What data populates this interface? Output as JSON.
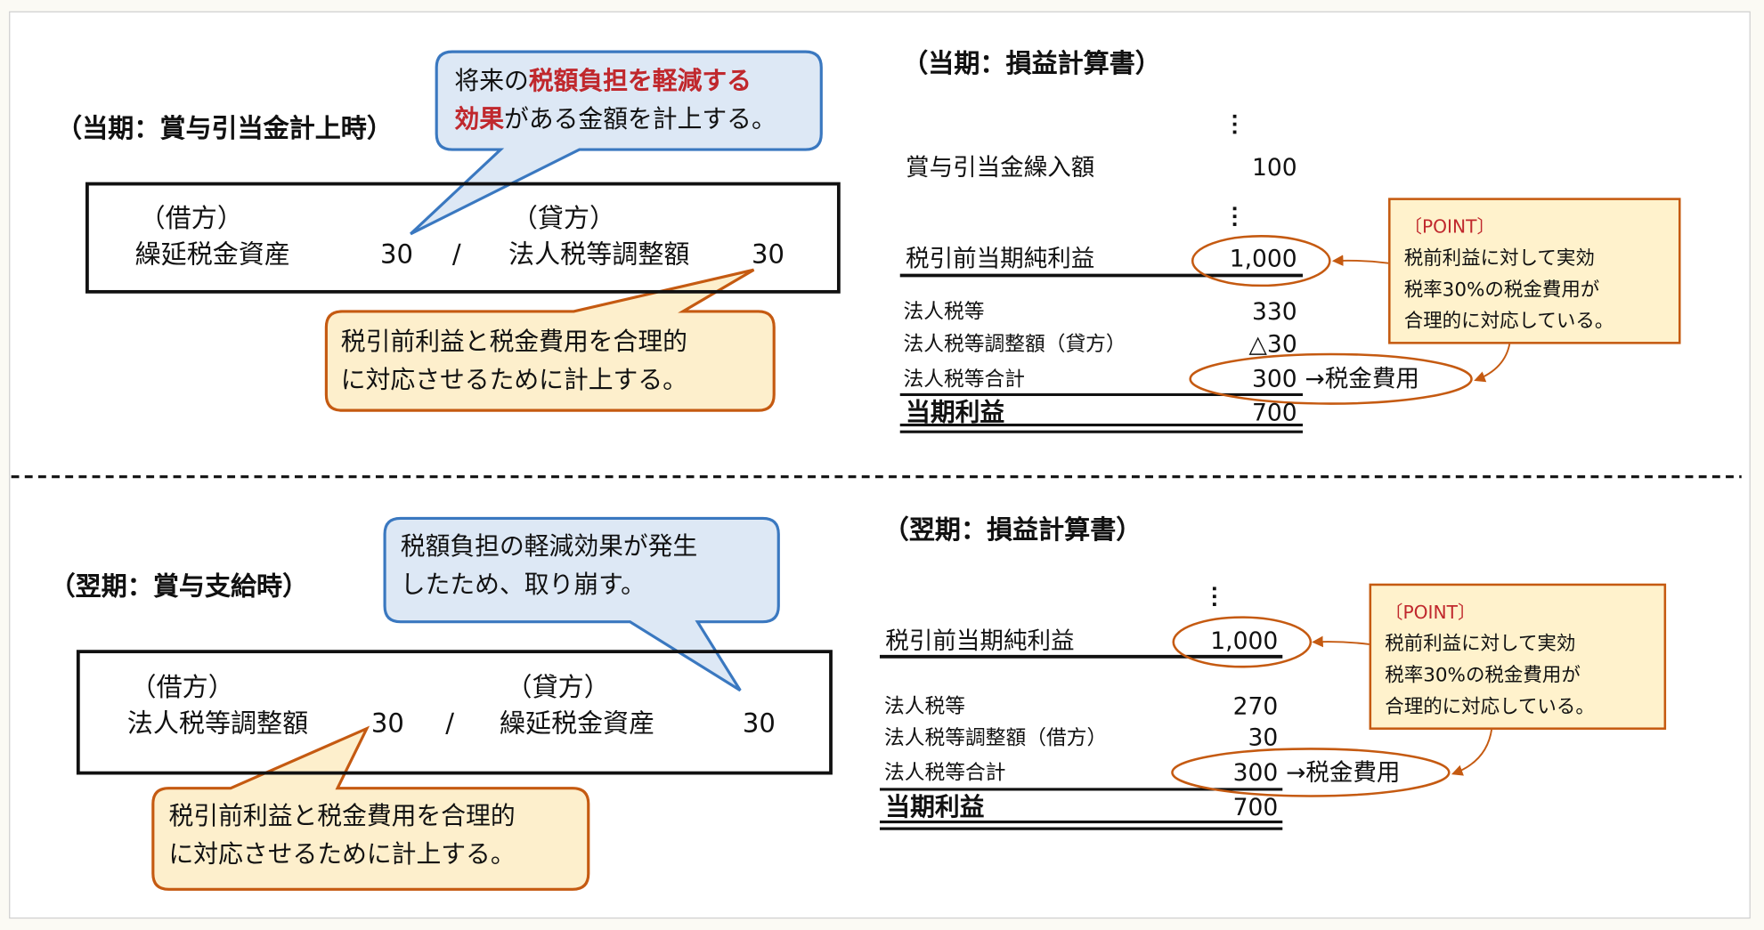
{
  "current": {
    "title": "（当期：賞与引当金計上時）",
    "callout_blue": {
      "l1a": "将来の",
      "l1b": "税額負担を軽減する",
      "l2a": "効果",
      "l2b": "がある金額を計上する。"
    },
    "journal": {
      "debit_head": "（借方）",
      "debit_account": "繰延税金資産",
      "debit_amount": "30",
      "slash": "/",
      "credit_head": "（貸方）",
      "credit_account": "法人税等調整額",
      "credit_amount": "30"
    },
    "callout_orange": {
      "l1": "税引前利益と税金費用を合理的",
      "l2": "に対応させるために計上する。"
    },
    "pl": {
      "title": "（当期：損益計算書）",
      "rows": [
        {
          "label": "賞与引当金繰入額",
          "value": "100"
        },
        {
          "label": "税引前当期純利益",
          "value": "1,000"
        },
        {
          "label": "法人税等",
          "value": "330"
        },
        {
          "label": "法人税等調整額（貸方）",
          "value": "△30"
        },
        {
          "label": "法人税等合計",
          "value": "300"
        },
        {
          "label": "当期利益",
          "value": "700"
        }
      ],
      "tax_expense_note": "→税金費用"
    },
    "point": {
      "title": "〔POINT〕",
      "l1": "税前利益に対して実効",
      "l2": "税率30%の税金費用が",
      "l3": "合理的に対応している。"
    }
  },
  "next": {
    "title": "（翌期：賞与支給時）",
    "callout_blue": {
      "l1": "税額負担の軽減効果が発生",
      "l2": "したため、取り崩す。"
    },
    "journal": {
      "debit_head": "（借方）",
      "debit_account": "法人税等調整額",
      "debit_amount": "30",
      "slash": "/",
      "credit_head": "（貸方）",
      "credit_account": "繰延税金資産",
      "credit_amount": "30"
    },
    "callout_orange": {
      "l1": "税引前利益と税金費用を合理的",
      "l2": "に対応させるために計上する。"
    },
    "pl": {
      "title": "（翌期：損益計算書）",
      "rows": [
        {
          "label": "税引前当期純利益",
          "value": "1,000"
        },
        {
          "label": "法人税等",
          "value": "270"
        },
        {
          "label": "法人税等調整額（借方）",
          "value": "30"
        },
        {
          "label": "法人税等合計",
          "value": "300"
        },
        {
          "label": "当期利益",
          "value": "700"
        }
      ],
      "tax_expense_note": "→税金費用"
    },
    "point": {
      "title": "〔POINT〕",
      "l1": "税前利益に対して実効",
      "l2": "税率30%の税金費用が",
      "l3": "合理的に対応している。"
    }
  },
  "colors": {
    "blue_fill": "#dde8f5",
    "blue_stroke": "#3a78c0",
    "orange_fill": "#fdefcc",
    "orange_stroke": "#c55a11",
    "red_text": "#c0282d"
  }
}
